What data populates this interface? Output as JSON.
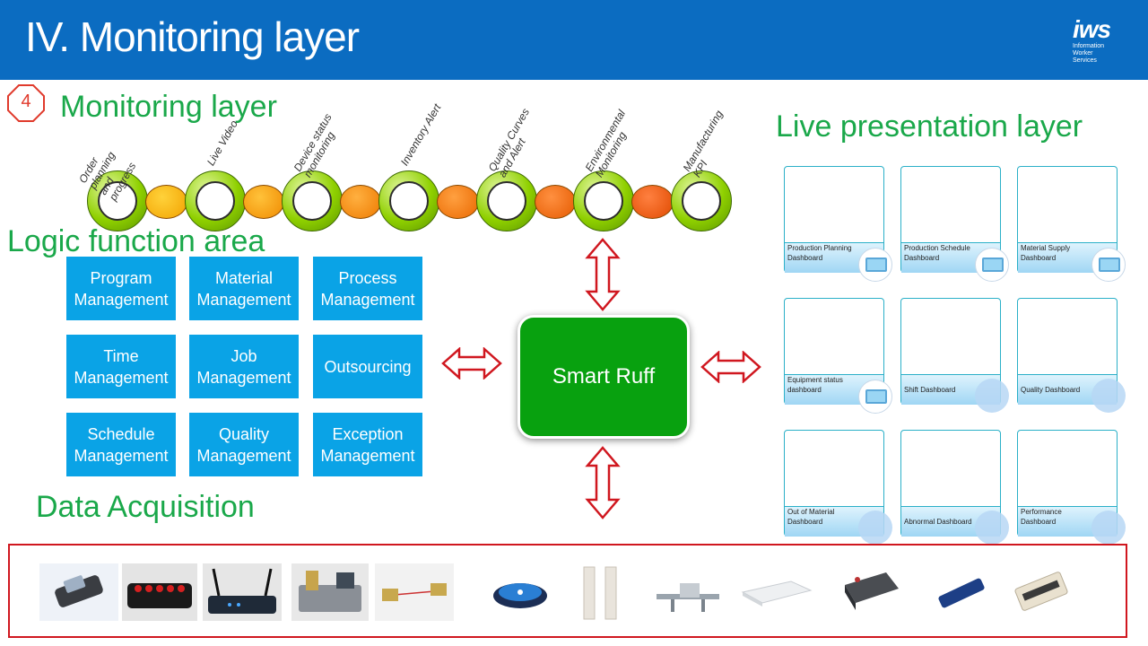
{
  "header": {
    "title": "IV. Monitoring layer"
  },
  "logo": {
    "brand": "iws",
    "tagline": [
      "Information",
      "Worker",
      "Services"
    ]
  },
  "step": {
    "number": "4"
  },
  "sections": {
    "monitoring": "Monitoring layer",
    "logic": "Logic function area",
    "presentation": "Live presentation layer",
    "acquisition": "Data Acquisition"
  },
  "monitoring_items": [
    {
      "label": "Order\nplanning\nand\nprogress"
    },
    {
      "label": "Live Video"
    },
    {
      "label": "Device status\nmonitoring"
    },
    {
      "label": "Inventory Alert"
    },
    {
      "label": "Quality Curves\nand Alert"
    },
    {
      "label": "Environmental\nMonitoring"
    },
    {
      "label": "Manufacturing\nKPI"
    }
  ],
  "logic_functions": [
    {
      "label": "Program Management"
    },
    {
      "label": "Material Management"
    },
    {
      "label": "Process Management"
    },
    {
      "label": "Time Management"
    },
    {
      "label": "Job Management"
    },
    {
      "label": "Outsourcing"
    },
    {
      "label": "Schedule Management"
    },
    {
      "label": "Quality Management"
    },
    {
      "label": "Exception Management"
    }
  ],
  "hub": {
    "label": "Smart Ruff"
  },
  "dashboards": [
    {
      "label": "Production Planning Dashboard",
      "icon": "monitor-icon"
    },
    {
      "label": "Production Schedule Dashboard",
      "icon": "monitor-icon"
    },
    {
      "label": "Material Supply Dashboard",
      "icon": "monitor-icon"
    },
    {
      "label": "Equipment status dashboard",
      "icon": "monitor-icon"
    },
    {
      "label": "Shift Dashboard",
      "icon": "circle"
    },
    {
      "label": "Quality Dashboard",
      "icon": "circle"
    },
    {
      "label": "Out of Material Dashboard",
      "icon": "circle"
    },
    {
      "label": "Abnormal Dashboard",
      "icon": "circle"
    },
    {
      "label": "Performance Dashboard",
      "icon": "circle"
    }
  ],
  "devices": [
    {
      "name": "handheld-scanner"
    },
    {
      "name": "button-box"
    },
    {
      "name": "wireless-router"
    },
    {
      "name": "sensor-module"
    },
    {
      "name": "photoelectric-sensor"
    },
    {
      "name": "pager-button"
    },
    {
      "name": "security-gate"
    },
    {
      "name": "conveyor-machine"
    },
    {
      "name": "rfid-pad"
    },
    {
      "name": "rfid-reader"
    },
    {
      "name": "usb-stick"
    },
    {
      "name": "rfid-tag"
    }
  ],
  "colors": {
    "header": "#0b6cc1",
    "section_text": "#1aa84a",
    "tile": "#0aa3e6",
    "hub": "#08a10f",
    "arrow": "#d0171f",
    "dashboard_border": "#2bb0c8"
  }
}
